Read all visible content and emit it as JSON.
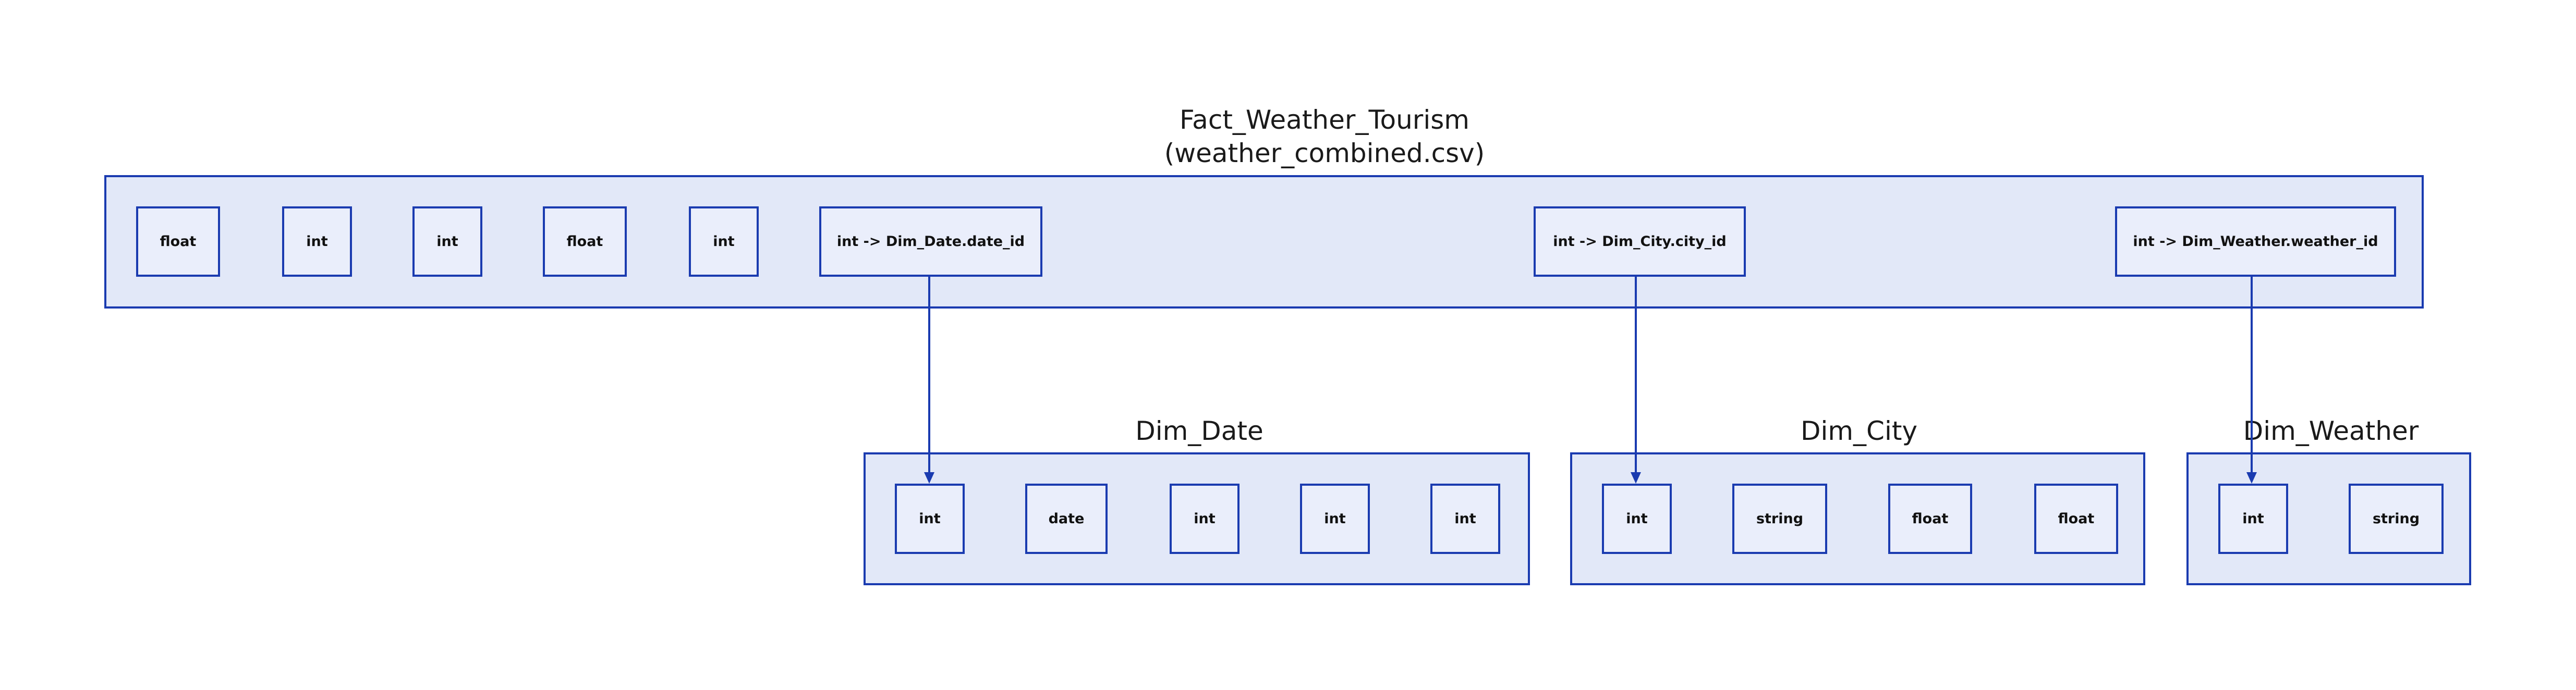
{
  "tables": {
    "fact": {
      "title": "Fact_Weather_Tourism",
      "subtitle": "(weather_combined.csv)",
      "fields": [
        "float",
        "int",
        "int",
        "float",
        "int",
        "int -> Dim_Date.date_id",
        "int -> Dim_City.city_id",
        "int -> Dim_Weather.weather_id"
      ]
    },
    "dim_date": {
      "title": "Dim_Date",
      "fields": [
        "int",
        "date",
        "int",
        "int",
        "int"
      ]
    },
    "dim_city": {
      "title": "Dim_City",
      "fields": [
        "int",
        "string",
        "float",
        "float"
      ]
    },
    "dim_weather": {
      "title": "Dim_Weather",
      "fields": [
        "int",
        "string"
      ]
    }
  },
  "colors": {
    "border": "#1a3bb0",
    "table_fill": "#e2e8f8",
    "field_fill": "#eaeefb"
  },
  "relationships": [
    {
      "from": "Fact_Weather_Tourism.int -> Dim_Date.date_id",
      "to": "Dim_Date.int"
    },
    {
      "from": "Fact_Weather_Tourism.int -> Dim_City.city_id",
      "to": "Dim_City.int"
    },
    {
      "from": "Fact_Weather_Tourism.int -> Dim_Weather.weather_id",
      "to": "Dim_Weather.int"
    }
  ]
}
